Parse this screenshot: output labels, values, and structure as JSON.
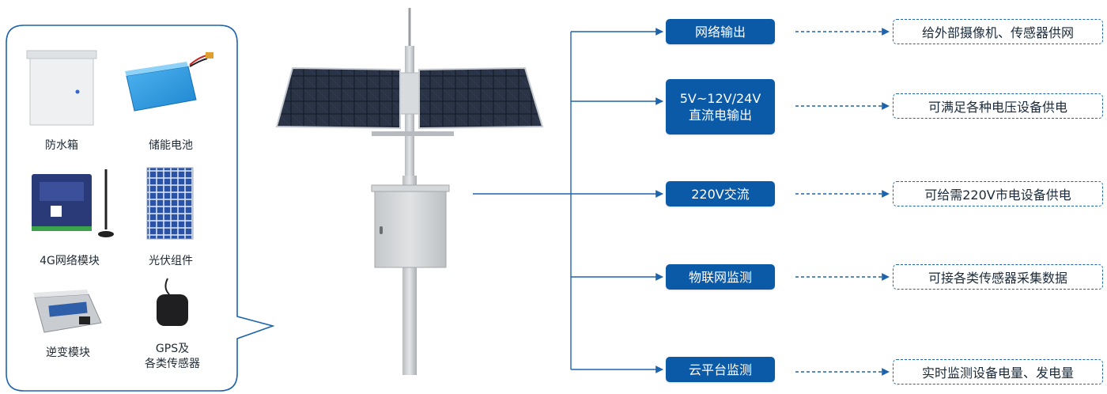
{
  "components": [
    {
      "id": "waterproof-box",
      "label": "防水箱"
    },
    {
      "id": "storage-battery",
      "label": "储能电池"
    },
    {
      "id": "4g-module",
      "label": "4G网络模块"
    },
    {
      "id": "pv-module",
      "label": "光伏组件"
    },
    {
      "id": "inverter-module",
      "label": "逆变模块"
    },
    {
      "id": "gps-sensors",
      "label_line1": "GPS及",
      "label_line2": "各类传感器"
    }
  ],
  "features": [
    {
      "id": "network-output",
      "label": "网络输出",
      "description": "给外部摄像机、传感器供网"
    },
    {
      "id": "dc-output",
      "label_line1": "5V~12V/24V",
      "label_line2": "直流电输出",
      "description": "可满足各种电压设备供电"
    },
    {
      "id": "ac-output",
      "label": "220V交流",
      "description": "可给需220V市电设备供电"
    },
    {
      "id": "iot-monitoring",
      "label": "物联网监测",
      "description": "可接各类传感器采集数据"
    },
    {
      "id": "cloud-monitoring",
      "label": "云平台监测",
      "description": "实时监测设备电量、发电量"
    }
  ],
  "colors": {
    "accent": "#0b5aa8",
    "line": "#1e64ad",
    "panel_border": "#1e64ad"
  }
}
